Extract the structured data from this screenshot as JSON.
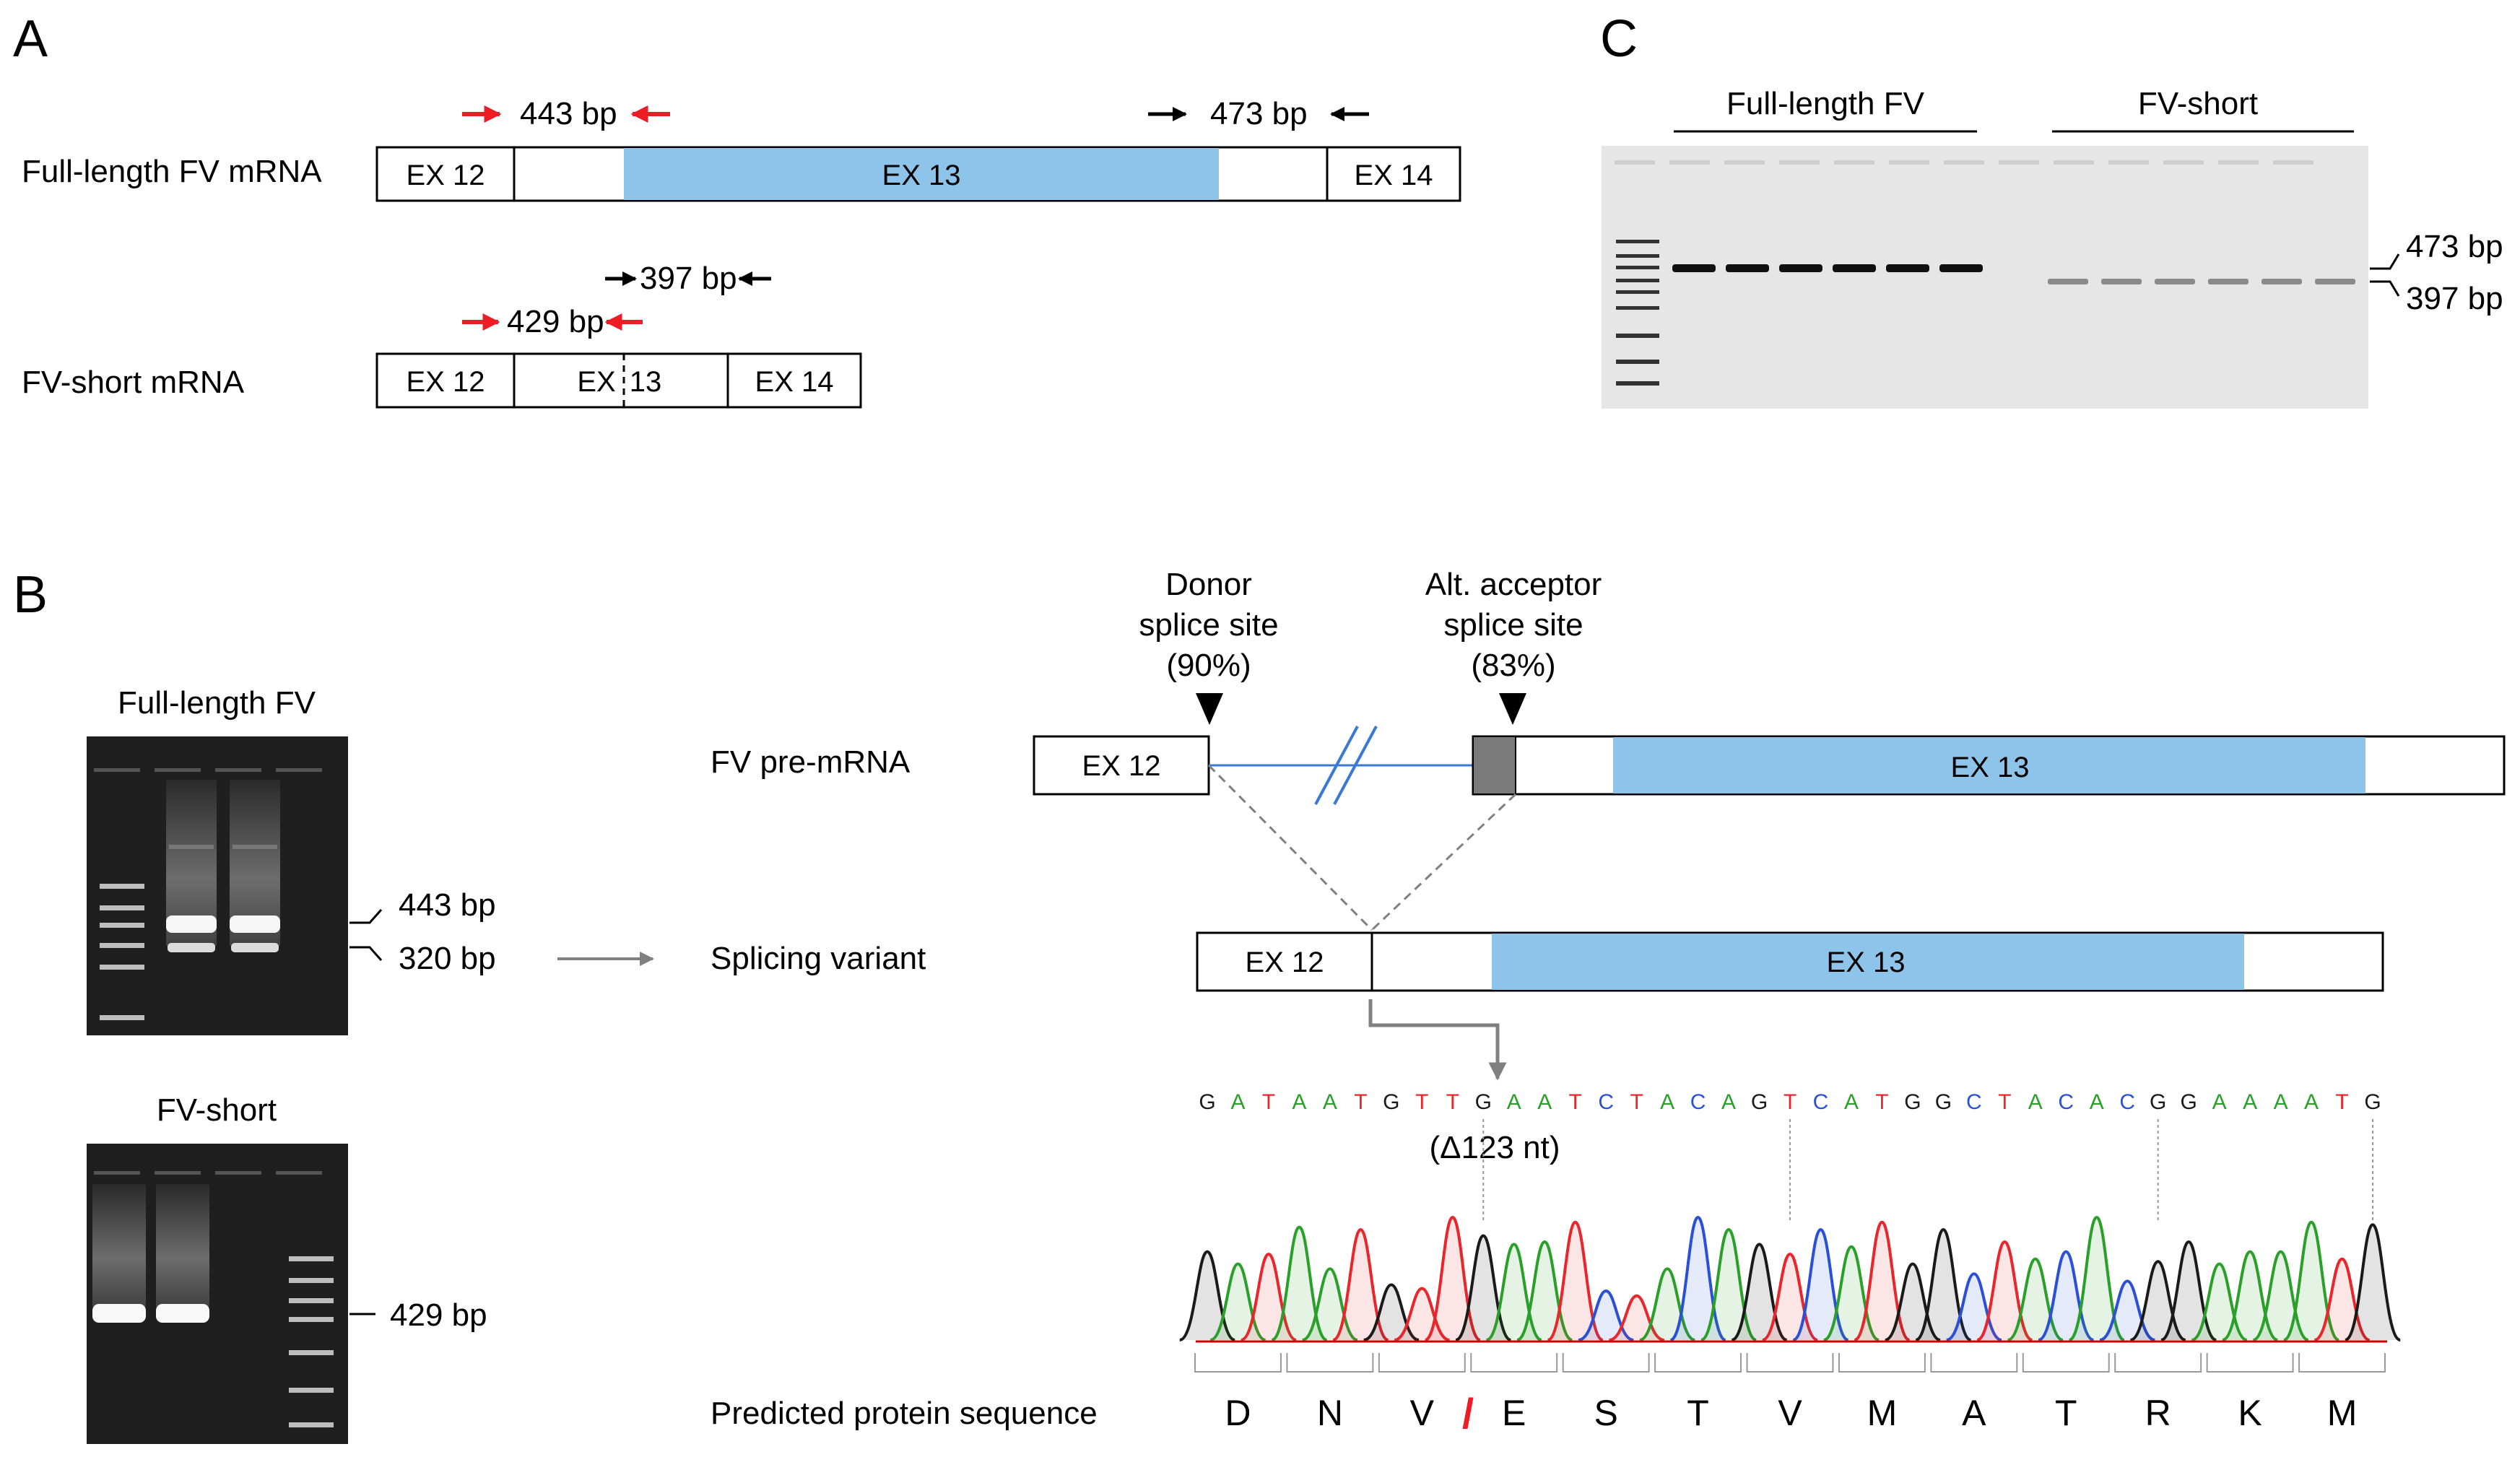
{
  "colors": {
    "exon_blue": "#8ec4ea",
    "primer_red": "#ee1c24",
    "gel_dark": "#1f1f1f",
    "gel_light": "#e8e8e8",
    "trace_A": "#2aa02a",
    "trace_C": "#2a50d8",
    "trace_G": "#1a1a1a",
    "trace_T": "#e8262b"
  },
  "panel_a": {
    "label": "A",
    "full_mrna_label": "Full-length FV mRNA",
    "short_mrna_label": "FV-short mRNA",
    "primer_443": "443 bp",
    "primer_473": "473 bp",
    "primer_397": "397 bp",
    "primer_429": "429 bp",
    "ex12": "EX 12",
    "ex13": "EX 13",
    "ex14": "EX 14",
    "short_ex12": "EX 12",
    "short_ex13_a": "EX",
    "short_ex13_b": "13",
    "short_ex14": "EX 14"
  },
  "panel_b": {
    "label": "B",
    "gel1_title": "Full-length FV",
    "gel1_band_443": "443 bp",
    "gel1_band_320": "320 bp",
    "gel2_title": "FV-short",
    "gel2_band_429": "429 bp",
    "donor_line1": "Donor",
    "donor_line2": "splice site",
    "donor_line3": "(90%)",
    "acceptor_line1": "Alt. acceptor",
    "acceptor_line2": "splice site",
    "acceptor_line3": "(83%)",
    "pre_mrna_label": "FV pre-mRNA",
    "variant_label": "Splicing variant",
    "pre_ex12": "EX 12",
    "pre_ex13": "EX 13",
    "var_ex12": "EX 12",
    "var_ex13": "EX 13",
    "deletion_label": "(Δ123 nt)",
    "protein_label": "Predicted protein sequence",
    "sequence": [
      "G",
      "A",
      "T",
      "A",
      "A",
      "T",
      "G",
      "T",
      "T",
      "G",
      "A",
      "A",
      "T",
      "C",
      "T",
      "A",
      "C",
      "A",
      "G",
      "T",
      "C",
      "A",
      "T",
      "G",
      "G",
      "C",
      "T",
      "A",
      "C",
      "A",
      "C",
      "G",
      "G",
      "A",
      "A",
      "A",
      "A",
      "T",
      "G"
    ],
    "amino_acids": [
      "D",
      "N",
      "V",
      "E",
      "S",
      "T",
      "V",
      "M",
      "A",
      "T",
      "R",
      "K",
      "M"
    ],
    "junction_slash": "/"
  },
  "panel_c": {
    "label": "C",
    "group1": "Full-length FV",
    "group2": "FV-short",
    "band_473": "473 bp",
    "band_397": "397 bp"
  }
}
